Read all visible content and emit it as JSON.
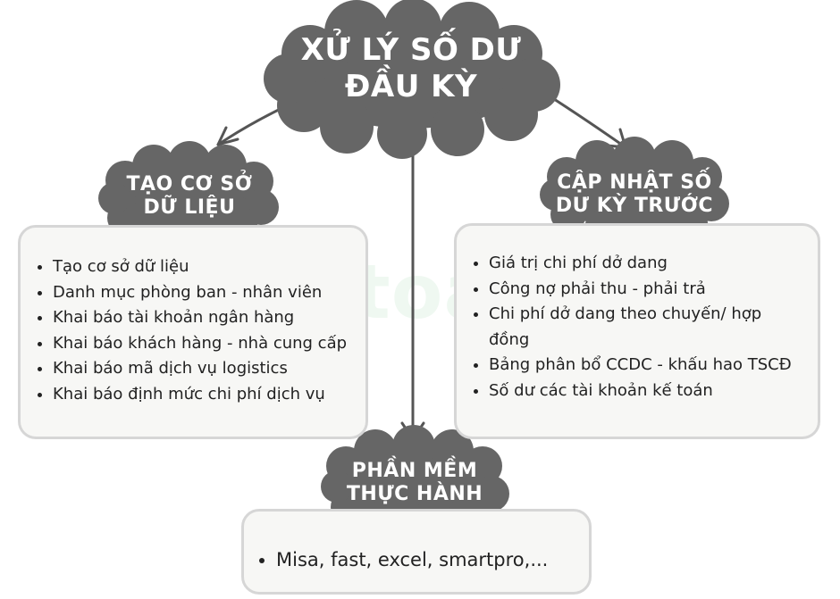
{
  "main": {
    "title_lines": [
      "XỬ LÝ SỐ DƯ",
      "ĐẦU KỲ"
    ]
  },
  "left": {
    "title_lines": [
      "TẠO CƠ SỞ",
      "DỮ LIỆU"
    ],
    "items": [
      "Tạo cơ sở dữ liệu",
      "Danh mục phòng ban - nhân viên",
      "Khai báo tài khoản ngân hàng",
      "Khai báo khách hàng - nhà cung cấp",
      "Khai báo mã dịch vụ logistics",
      "Khai báo định mức chi phí dịch vụ"
    ]
  },
  "right": {
    "title_lines": [
      "CẬP NHẬT SỐ",
      "DƯ KỲ TRƯỚC"
    ],
    "items": [
      "Giá trị chi phí dở dang",
      "Công nợ phải thu - phải trả",
      "Chi phí dở dang theo chuyến/ hợp đồng",
      "Bảng phân bổ CCDC - khấu hao TSCĐ",
      "Số dư các tài khoản kế toán"
    ]
  },
  "bottom": {
    "title_lines": [
      "PHẦN MỀM",
      "THỰC HÀNH"
    ],
    "items": [
      "Misa, fast, excel, smartpro,..."
    ]
  },
  "colors": {
    "cloud": "#666666",
    "box_border": "#d6d6d6",
    "box_fill": "#f7f7f5",
    "arrow": "#555555"
  }
}
